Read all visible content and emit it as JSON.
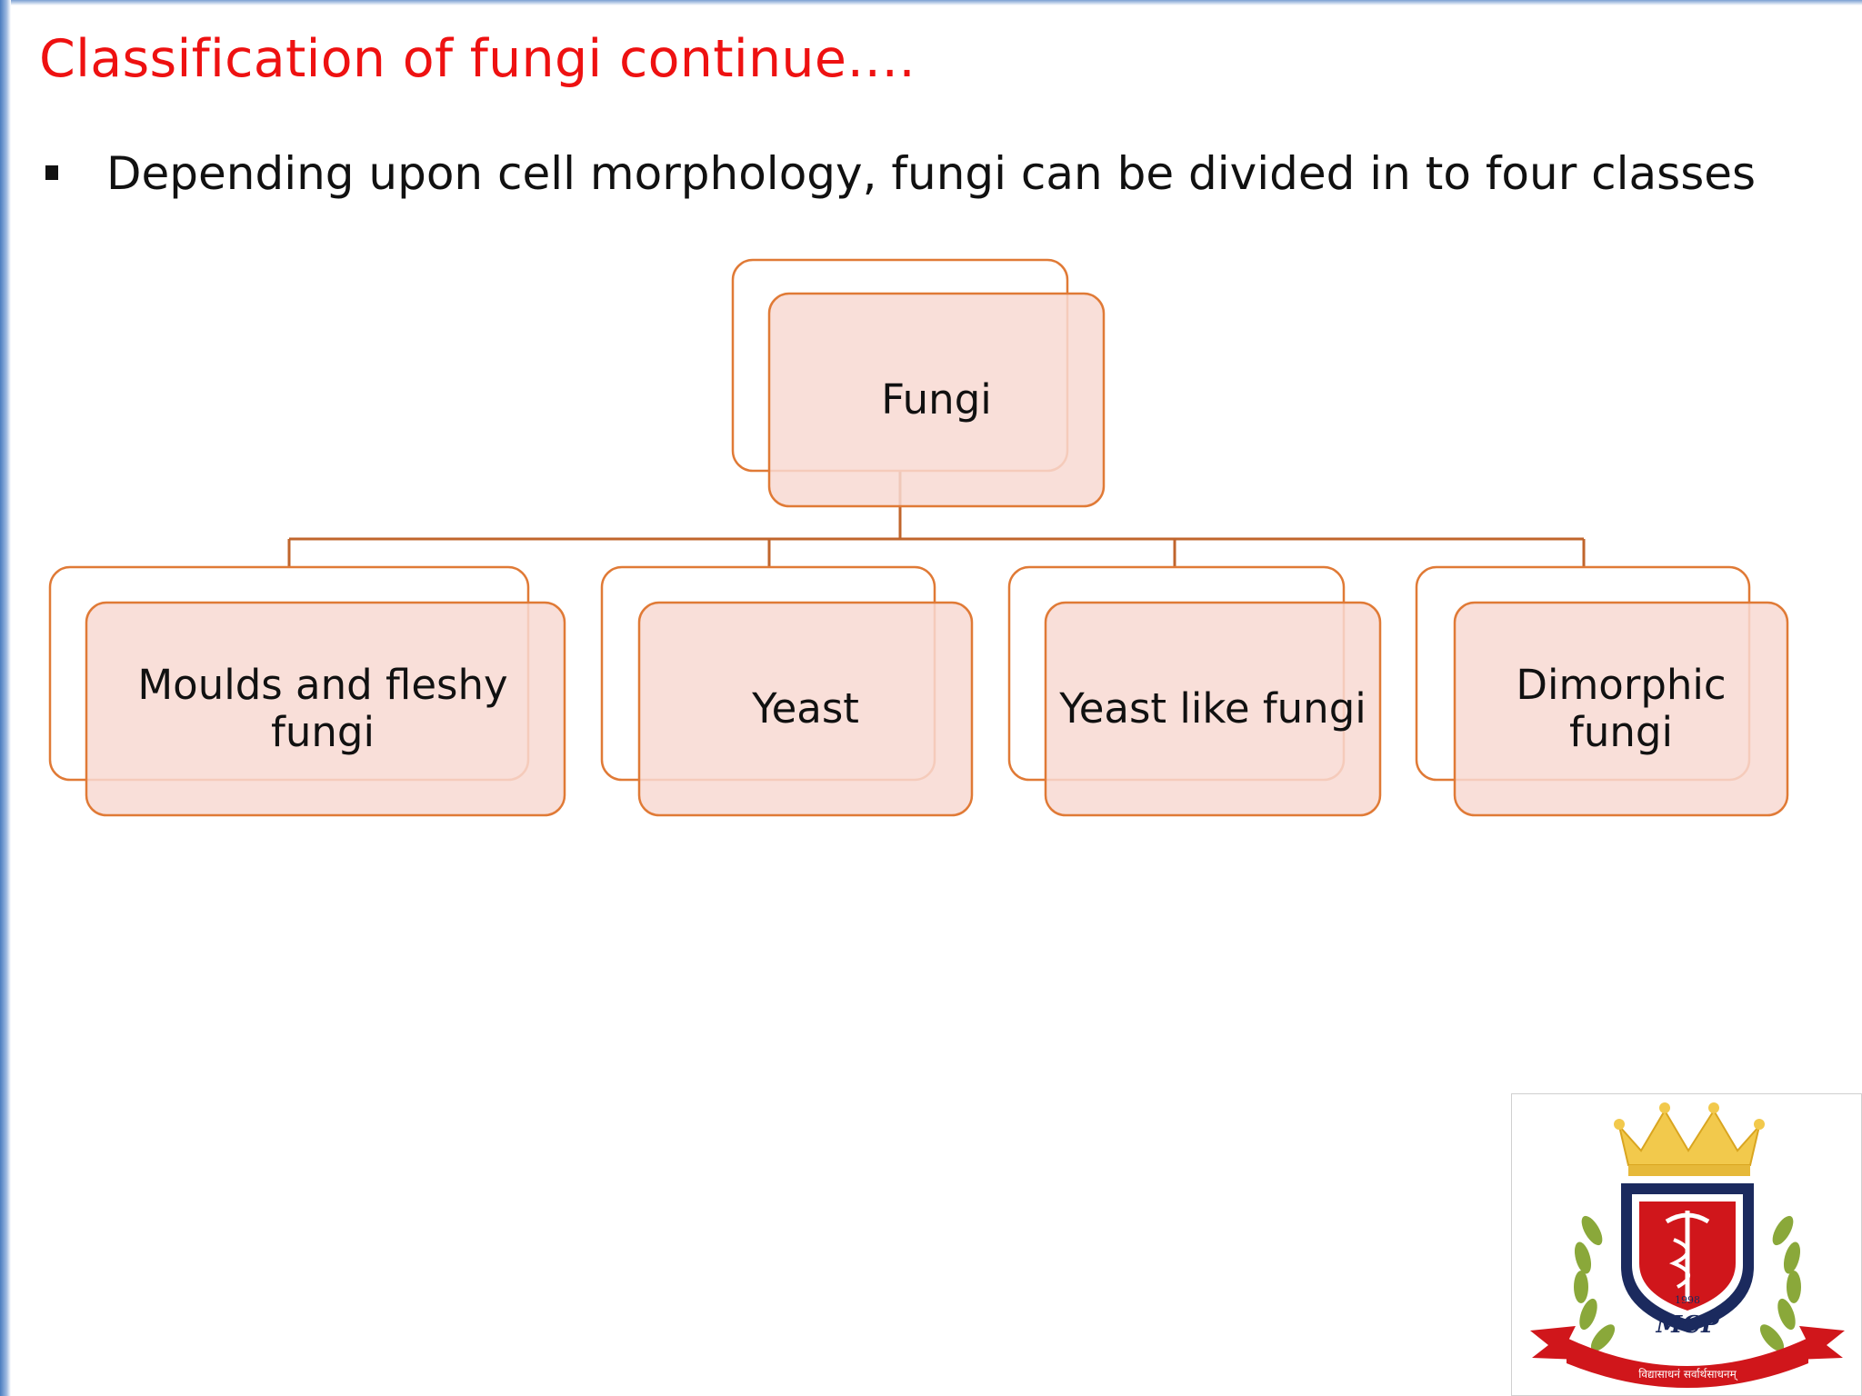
{
  "slide": {
    "title": "Classification of fungi continue….",
    "bullet_text": "Depending upon cell morphology, fungi can be divided in to four classes"
  },
  "diagram": {
    "root": {
      "label": "Fungi"
    },
    "children": [
      {
        "label": "Moulds and fleshy fungi"
      },
      {
        "label": "Yeast"
      },
      {
        "label": "Yeast like fungi"
      },
      {
        "label": "Dimorphic fungi"
      }
    ],
    "colors": {
      "box_fill": "#f8d9d2",
      "box_border": "#e07a36",
      "connector": "#c0652c"
    }
  },
  "logo": {
    "year": "1998",
    "monogram": "MCP",
    "motto": "विद्यासाधनं सर्वार्थसाधनम्",
    "colors": {
      "crown": "#f2c94c",
      "shield": "#d0161b",
      "shield_border": "#1b2a5e",
      "laurel": "#8aa83a",
      "ribbon": "#d0161b"
    }
  }
}
